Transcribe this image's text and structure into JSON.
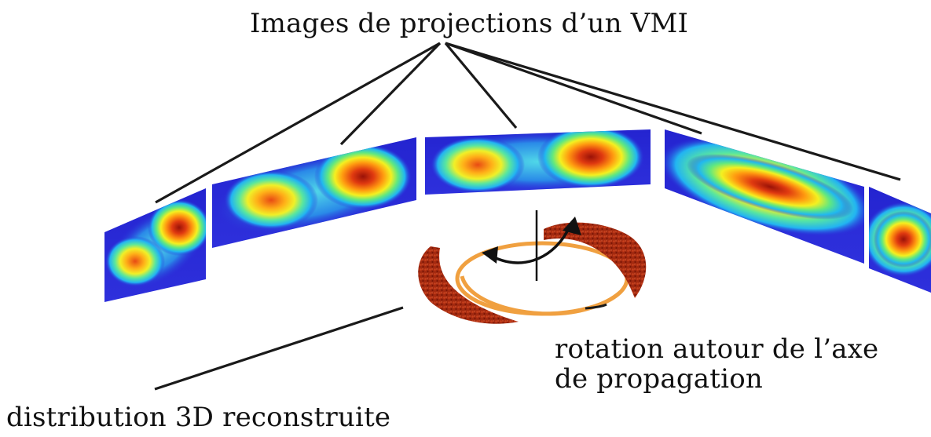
{
  "labels": {
    "projections": "Images de projections d’un VMI",
    "rotation_line1": "rotation autour de l’axe",
    "rotation_line2": "de propagation",
    "distribution": "distribution 3D reconstruite"
  },
  "colors": {
    "background": "#ffffff",
    "lines": "#1a1a1a",
    "panel_base": "#2a2ad8",
    "ring": "#f0a040",
    "reconstruction": "#a8260e",
    "arrow": "#111111"
  },
  "projection_panels": [
    {
      "name": "projection-image-1",
      "pattern": "two-lobes-tilted"
    },
    {
      "name": "projection-image-2",
      "pattern": "two-lobes"
    },
    {
      "name": "projection-image-3",
      "pattern": "two-lobes"
    },
    {
      "name": "projection-image-4",
      "pattern": "elongated-band"
    },
    {
      "name": "projection-image-5",
      "pattern": "single-lobe-cropped"
    }
  ],
  "icons": {
    "rotation_arrow": "curved-double-arrow-icon",
    "axis": "propagation-axis-line"
  }
}
